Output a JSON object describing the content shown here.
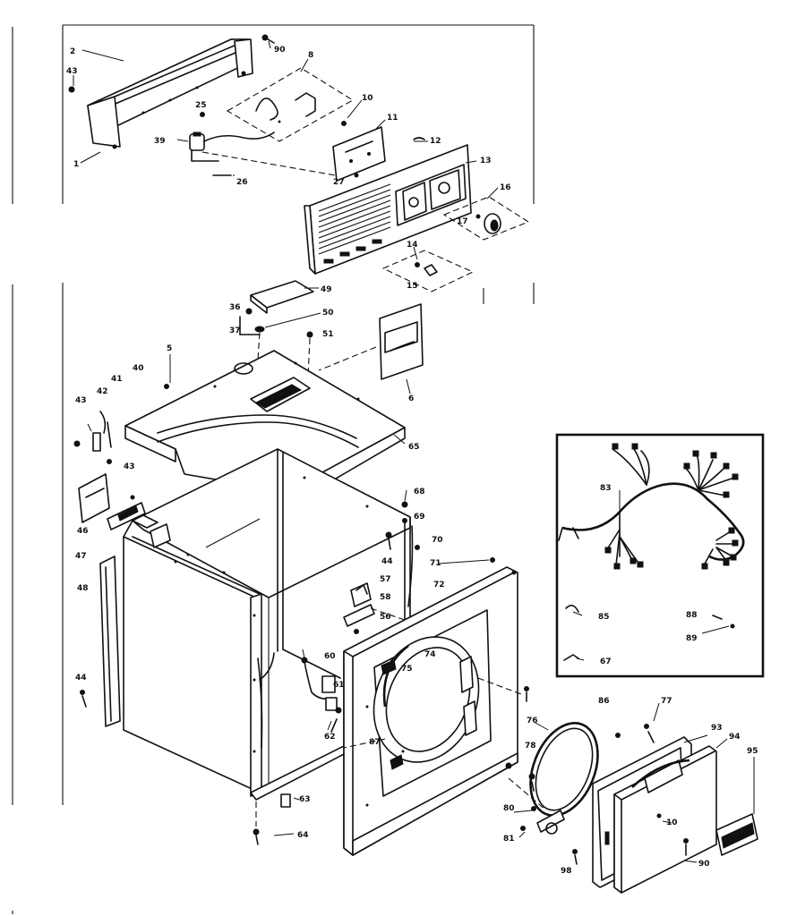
{
  "callouts": [
    {
      "id": "c-2",
      "label": "2"
    },
    {
      "id": "c-90",
      "label": "90"
    },
    {
      "id": "c-43a",
      "label": "43"
    },
    {
      "id": "c-8",
      "label": "8"
    },
    {
      "id": "c-10",
      "label": "10"
    },
    {
      "id": "c-25",
      "label": "25"
    },
    {
      "id": "c-11",
      "label": "11"
    },
    {
      "id": "c-39",
      "label": "39"
    },
    {
      "id": "c-12",
      "label": "12"
    },
    {
      "id": "c-1",
      "label": "1"
    },
    {
      "id": "c-26",
      "label": "26"
    },
    {
      "id": "c-27",
      "label": "27"
    },
    {
      "id": "c-13",
      "label": "13"
    },
    {
      "id": "c-16",
      "label": "16"
    },
    {
      "id": "c-17",
      "label": "17"
    },
    {
      "id": "c-14",
      "label": "14"
    },
    {
      "id": "c-15",
      "label": "15"
    },
    {
      "id": "c-36",
      "label": "36"
    },
    {
      "id": "c-49",
      "label": "49"
    },
    {
      "id": "c-37",
      "label": "37"
    },
    {
      "id": "c-50",
      "label": "50"
    },
    {
      "id": "c-51",
      "label": "51"
    },
    {
      "id": "c-5",
      "label": "5"
    },
    {
      "id": "c-40",
      "label": "40"
    },
    {
      "id": "c-41",
      "label": "41"
    },
    {
      "id": "c-42",
      "label": "42"
    },
    {
      "id": "c-43b",
      "label": "43"
    },
    {
      "id": "c-6",
      "label": "6"
    },
    {
      "id": "c-65",
      "label": "65"
    },
    {
      "id": "c-43c",
      "label": "43"
    },
    {
      "id": "c-46",
      "label": "46"
    },
    {
      "id": "c-47",
      "label": "47"
    },
    {
      "id": "c-48",
      "label": "48"
    },
    {
      "id": "c-44a",
      "label": "44"
    },
    {
      "id": "c-68",
      "label": "68"
    },
    {
      "id": "c-69",
      "label": "69"
    },
    {
      "id": "c-70",
      "label": "70"
    },
    {
      "id": "c-44b",
      "label": "44"
    },
    {
      "id": "c-71",
      "label": "71"
    },
    {
      "id": "c-72",
      "label": "72"
    },
    {
      "id": "c-57",
      "label": "57"
    },
    {
      "id": "c-58",
      "label": "58"
    },
    {
      "id": "c-56",
      "label": "56"
    },
    {
      "id": "c-74",
      "label": "74"
    },
    {
      "id": "c-75",
      "label": "75"
    },
    {
      "id": "c-60",
      "label": "60"
    },
    {
      "id": "c-61",
      "label": "61"
    },
    {
      "id": "c-62",
      "label": "62"
    },
    {
      "id": "c-87",
      "label": "87"
    },
    {
      "id": "c-83",
      "label": "83"
    },
    {
      "id": "c-85",
      "label": "85"
    },
    {
      "id": "c-88",
      "label": "88"
    },
    {
      "id": "c-89",
      "label": "89"
    },
    {
      "id": "c-67",
      "label": "67"
    },
    {
      "id": "c-76",
      "label": "76"
    },
    {
      "id": "c-78",
      "label": "78"
    },
    {
      "id": "c-86",
      "label": "86"
    },
    {
      "id": "c-77",
      "label": "77"
    },
    {
      "id": "c-93",
      "label": "93"
    },
    {
      "id": "c-94",
      "label": "94"
    },
    {
      "id": "c-95",
      "label": "95"
    },
    {
      "id": "c-63",
      "label": "63"
    },
    {
      "id": "c-64",
      "label": "64"
    },
    {
      "id": "c-80",
      "label": "80"
    },
    {
      "id": "c-81",
      "label": "81"
    },
    {
      "id": "c-98",
      "label": "98"
    },
    {
      "id": "c-10b",
      "label": "10"
    },
    {
      "id": "c-90b",
      "label": "90"
    }
  ]
}
